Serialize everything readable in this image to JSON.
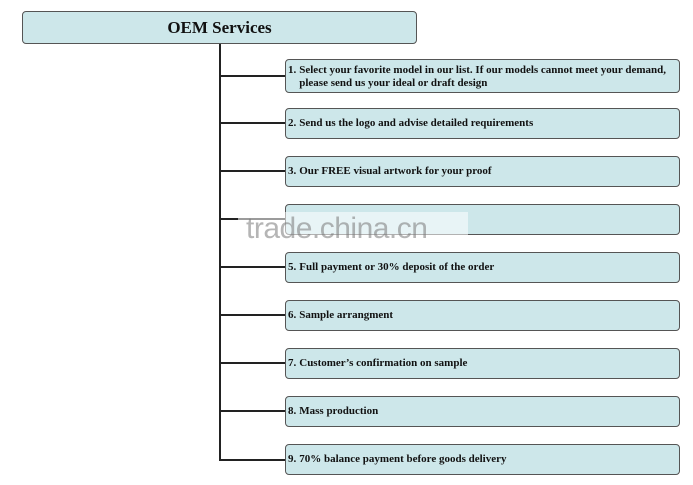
{
  "title": "OEM Services",
  "steps": [
    {
      "num": "1.",
      "text": "Select your favorite model in our list. If our models cannot meet your demand, please send us your ideal or draft design"
    },
    {
      "num": "2.",
      "text": "Send us the logo and advise detailed requirements"
    },
    {
      "num": "3.",
      "text": "Our FREE visual artwork for your proof"
    },
    {
      "num": "",
      "text": ""
    },
    {
      "num": "5.",
      "text": "Full payment or 30% deposit of the order"
    },
    {
      "num": "6.",
      "text": "Sample arrangment"
    },
    {
      "num": "7.",
      "text": "Customer’s confirmation on sample"
    },
    {
      "num": "8.",
      "text": "Mass production"
    },
    {
      "num": "9.",
      "text": "70% balance payment before goods delivery"
    }
  ],
  "watermark": "trade.china.cn",
  "colors": {
    "box_fill": "#cde7ea",
    "box_border": "#555555",
    "line": "#222222"
  }
}
